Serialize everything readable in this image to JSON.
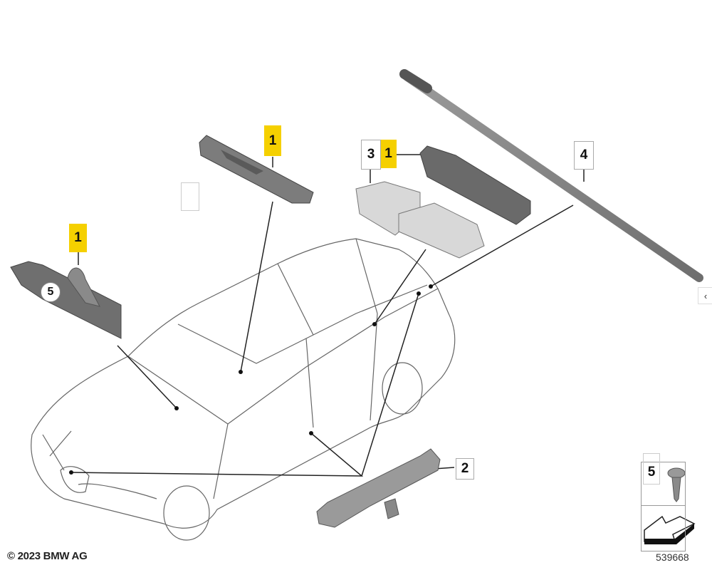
{
  "callouts": [
    {
      "id": "1a",
      "label": "1"
    },
    {
      "id": "1b",
      "label": "1"
    },
    {
      "id": "1c",
      "label": "1"
    },
    {
      "id": "2",
      "label": "2"
    },
    {
      "id": "3",
      "label": "3"
    },
    {
      "id": "4",
      "label": "4"
    },
    {
      "id": "5a",
      "label": "5"
    },
    {
      "id": "5b",
      "label": "5"
    }
  ],
  "copyright": "© 2023 BMW AG",
  "diagram_number": "539668",
  "side_toggle": "‹",
  "colors": {
    "highlight": "#f5d000",
    "part": "#7a7a7a",
    "outline": "#555555"
  }
}
